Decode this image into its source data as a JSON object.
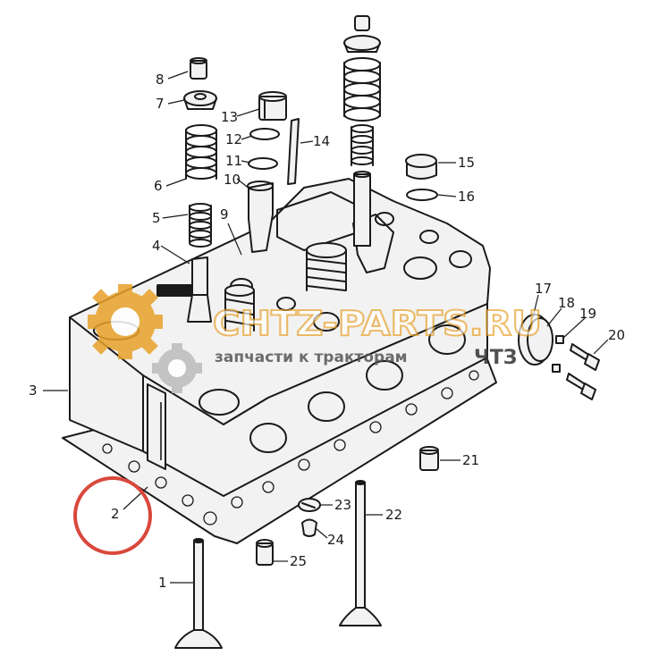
{
  "callouts": [
    {
      "id": "1",
      "label": "1"
    },
    {
      "id": "2",
      "label": "2"
    },
    {
      "id": "3",
      "label": "3"
    },
    {
      "id": "4",
      "label": "4"
    },
    {
      "id": "5",
      "label": "5"
    },
    {
      "id": "6",
      "label": "6"
    },
    {
      "id": "7",
      "label": "7"
    },
    {
      "id": "8",
      "label": "8"
    },
    {
      "id": "9",
      "label": "9"
    },
    {
      "id": "10",
      "label": "10"
    },
    {
      "id": "11",
      "label": "11"
    },
    {
      "id": "12",
      "label": "12"
    },
    {
      "id": "13",
      "label": "13"
    },
    {
      "id": "14",
      "label": "14"
    },
    {
      "id": "15",
      "label": "15"
    },
    {
      "id": "16",
      "label": "16"
    },
    {
      "id": "17",
      "label": "17"
    },
    {
      "id": "18",
      "label": "18"
    },
    {
      "id": "19",
      "label": "19"
    },
    {
      "id": "20",
      "label": "20"
    },
    {
      "id": "21",
      "label": "21"
    },
    {
      "id": "22",
      "label": "22"
    },
    {
      "id": "23",
      "label": "23"
    },
    {
      "id": "24",
      "label": "24"
    },
    {
      "id": "25",
      "label": "25"
    }
  ],
  "watermark": {
    "brand": "CHTZ-PARTS.RU",
    "tagline": "запчасти к тракторам",
    "suffix": "ЧТЗ",
    "color": "#e8a12a",
    "gear_color": "#bbbbbb"
  },
  "highlight": {
    "target_label": "2",
    "color": "#d9483b"
  }
}
